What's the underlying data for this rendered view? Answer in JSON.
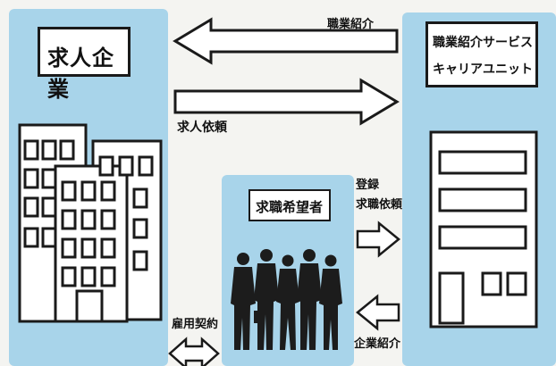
{
  "company": {
    "title": "求人企業"
  },
  "agency": {
    "title_line1": "職業紹介サービス",
    "title_line2": "キャリアユニット"
  },
  "seekers": {
    "title": "求職希望者"
  },
  "arrows": {
    "referral_to_company": "職業紹介",
    "job_request": "求人依頼",
    "registration_line1": "登録",
    "registration_line2": "求職依頼",
    "company_referral": "企業紹介",
    "employment_contract": "雇用契約"
  },
  "colors": {
    "panel": "#a8d4ea",
    "ink": "#111111",
    "paper": "#f4f4f1"
  }
}
